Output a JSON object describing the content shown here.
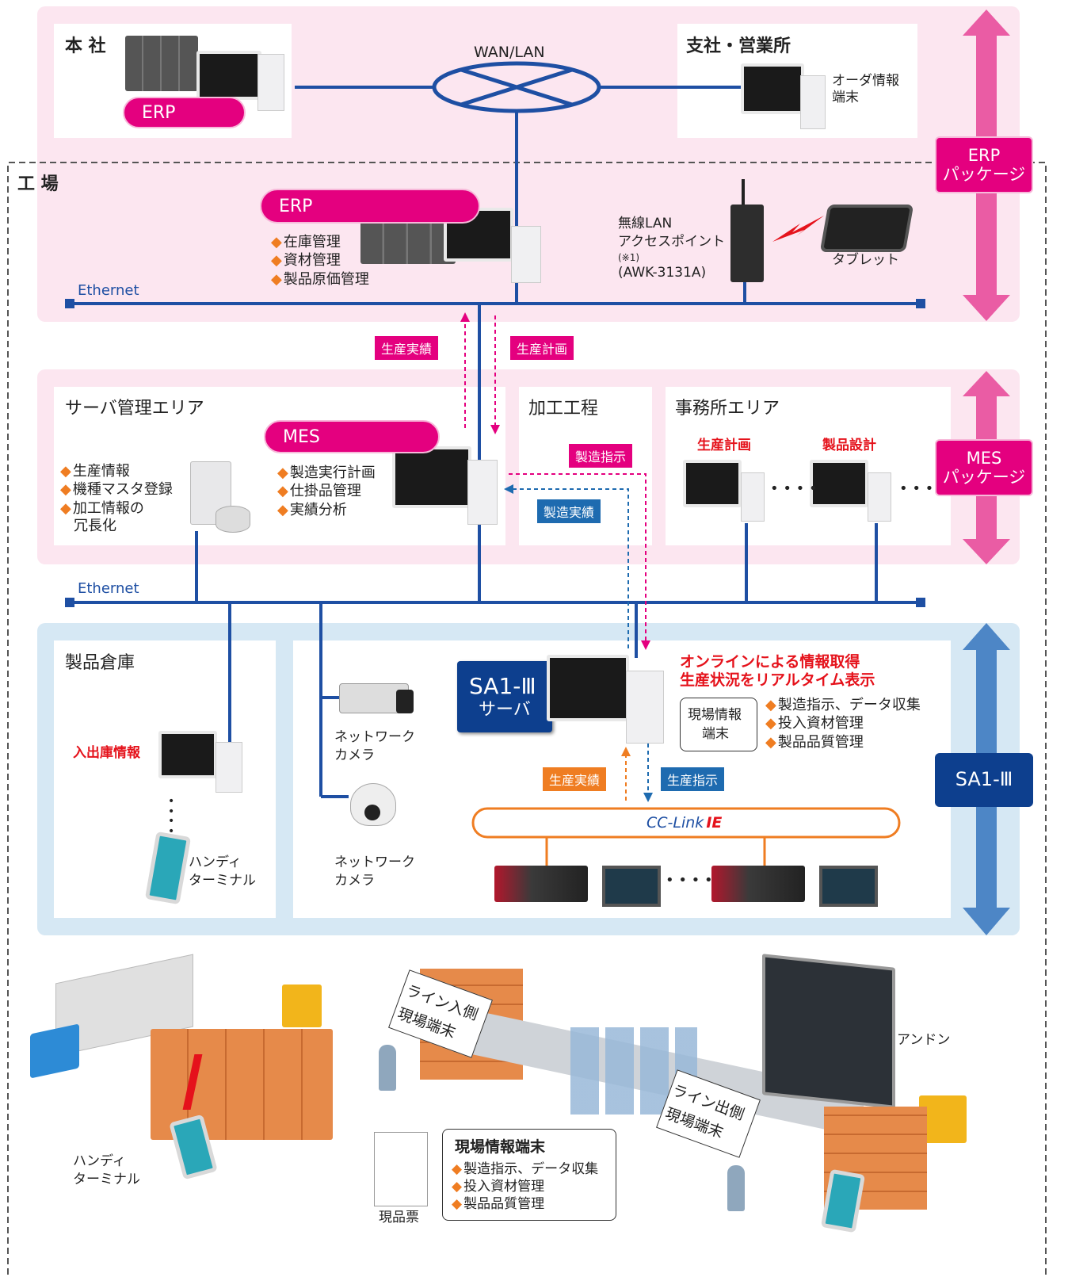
{
  "hq": {
    "title": "本 社",
    "erp_label": "ERP"
  },
  "branch": {
    "title": "支社・営業所",
    "terminal_label": "オーダ情報\n端末"
  },
  "wan_label": "WAN/LAN",
  "factory": {
    "title": "工 場"
  },
  "factory_erp": {
    "label": "ERP",
    "items": [
      "在庫管理",
      "資材管理",
      "製品原価管理"
    ]
  },
  "wireless": {
    "label_line1": "無線LAN",
    "label_line2": "アクセスポイント",
    "note": "(※1)",
    "model": "(AWK-3131A)",
    "tablet_label": "タブレット"
  },
  "ethernet_label": "Ethernet",
  "ethernet_label_2": "Ethernet",
  "flows": {
    "production_results": "生産実績",
    "production_plan": "生産計画",
    "manufacturing_instruction": "製造指示",
    "manufacturing_results": "製造実績"
  },
  "server_area": {
    "title": "サーバ管理エリア",
    "items": [
      "生産情報",
      "機種マスタ登録",
      "加工情報の",
      "冗長化"
    ]
  },
  "mes": {
    "label": "MES",
    "items": [
      "製造実行計画",
      "仕掛品管理",
      "実績分析"
    ]
  },
  "processing": {
    "title": "加工工程"
  },
  "office": {
    "title": "事務所エリア",
    "pc1_label": "生産計画",
    "pc2_label": "製品設計"
  },
  "side_labels": {
    "erp_line1": "ERP",
    "erp_line2": "パッケージ",
    "mes_line1": "MES",
    "mes_line2": "パッケージ",
    "sa1": "SA1-Ⅲ"
  },
  "warehouse": {
    "title": "製品倉庫",
    "info_label": "入出庫情報",
    "handy_label_1": "ハンディ",
    "handy_label_2": "ターミナル"
  },
  "cameras": {
    "label_1a": "ネットワーク",
    "label_1b": "カメラ",
    "label_2a": "ネットワーク",
    "label_2b": "カメラ"
  },
  "sa1_server": {
    "line1": "SA1-Ⅲ",
    "line2": "サーバ"
  },
  "online": {
    "line1": "オンラインによる情報取得",
    "line2": "生産状況をリアルタイム表示"
  },
  "field_terminal": {
    "label_1": "現場情報",
    "label_2": "端末",
    "items": [
      "製造指示、データ収集",
      "投入資材管理",
      "製品品質管理"
    ]
  },
  "sa1_flows": {
    "results": "生産実績",
    "instruction": "生産指示"
  },
  "cclink": {
    "text": "CC-Link",
    "suffix": "IE"
  },
  "bottom": {
    "line_in_1": "ライン入側",
    "line_in_2": "現場端末",
    "line_out_1": "ライン出側",
    "line_out_2": "現場端末",
    "andon": "アンドン",
    "handy_1": "ハンディ",
    "handy_2": "ターミナル",
    "ticket": "現品票",
    "field_box_title": "現場情報端末",
    "field_box_items": [
      "製造指示、データ収集",
      "投入資材管理",
      "製品品質管理"
    ]
  },
  "colors": {
    "pink": "#e4007f",
    "blue_line": "#1e4fa3",
    "orange": "#ef7d22",
    "light_pink_bg": "#fce4ef",
    "light_blue_bg": "#d6e8f4"
  }
}
